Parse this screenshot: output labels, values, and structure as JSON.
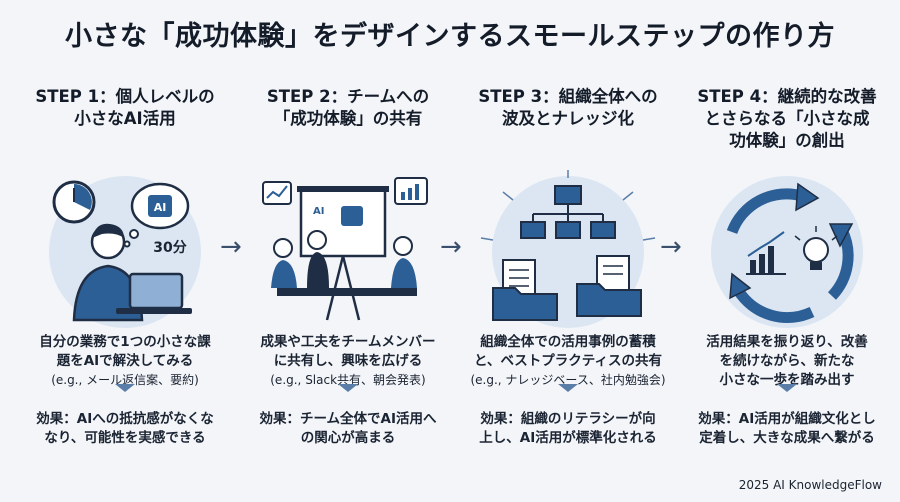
{
  "title": "小さな「成功体験」をデザインするスモールステップの作り方",
  "steps": [
    {
      "head_line1": "STEP 1：個人レベルの",
      "head_line2": "小さなAI活用",
      "head_line3": "",
      "desc_line1": "自分の業務で1つの小さな課",
      "desc_line2": "題をAIで解決してみる",
      "desc_example": "(e.g., メール返信案、要約)",
      "effect_line1": "効果：AIへの抵抗感がなくな",
      "effect_line2": "なり、可能性を実感できる",
      "badge_ai": "AI",
      "badge_time": "30分",
      "icons": [
        "clock-icon",
        "thought-bubble-ai-chip-icon",
        "person-laptop-icon"
      ]
    },
    {
      "head_line1": "STEP 2：チームへの",
      "head_line2": "「成功体験」の共有",
      "head_line3": "",
      "desc_line1": "成果や工夫をチームメンバー",
      "desc_line2": "に共有し、興味を広げる",
      "desc_example": "(e.g., Slack共有、朝会発表)",
      "effect_line1": "効果：チーム全体でAI活用へ",
      "effect_line2": "の関心が高まる",
      "badge_ai": "AI",
      "icons": [
        "presentation-board-icon",
        "team-meeting-icon",
        "chart-bubble-icon"
      ]
    },
    {
      "head_line1": "STEP 3：組織全体への",
      "head_line2": "波及とナレッジ化",
      "head_line3": "",
      "desc_line1": "組織全体での活用事例の蓄積",
      "desc_line2": "と、ベストプラクティスの共有",
      "desc_example": "(e.g., ナレッジベース、社内勉強会)",
      "effect_line1": "効果：組織のリテラシーが向",
      "effect_line2": "上し、AI活用が標準化される",
      "icons": [
        "org-chart-icon",
        "document-icon",
        "folder-icon"
      ]
    },
    {
      "head_line1": "STEP 4：継続的な改善",
      "head_line2": "とさらなる「小さな成",
      "head_line3": "功体験」の創出",
      "desc_line1": "活用結果を振り返り、改善",
      "desc_line2": "を続けながら、新たな",
      "desc_example": "小さな一歩を踏み出す",
      "effect_line1": "効果：AI活用が組織文化とし",
      "effect_line2": "定着し、大きな成果へ繋がる",
      "icons": [
        "cycle-arrows-icon",
        "bar-chart-icon",
        "lightbulb-icon"
      ]
    }
  ],
  "arrow_glyph": "→",
  "footer": "2025 AI KnowledgeFlow",
  "colors": {
    "background": "#f3f5f8",
    "circle": "#dbe6f2",
    "accent": "#2d5f97",
    "line": "#1f2e44"
  }
}
